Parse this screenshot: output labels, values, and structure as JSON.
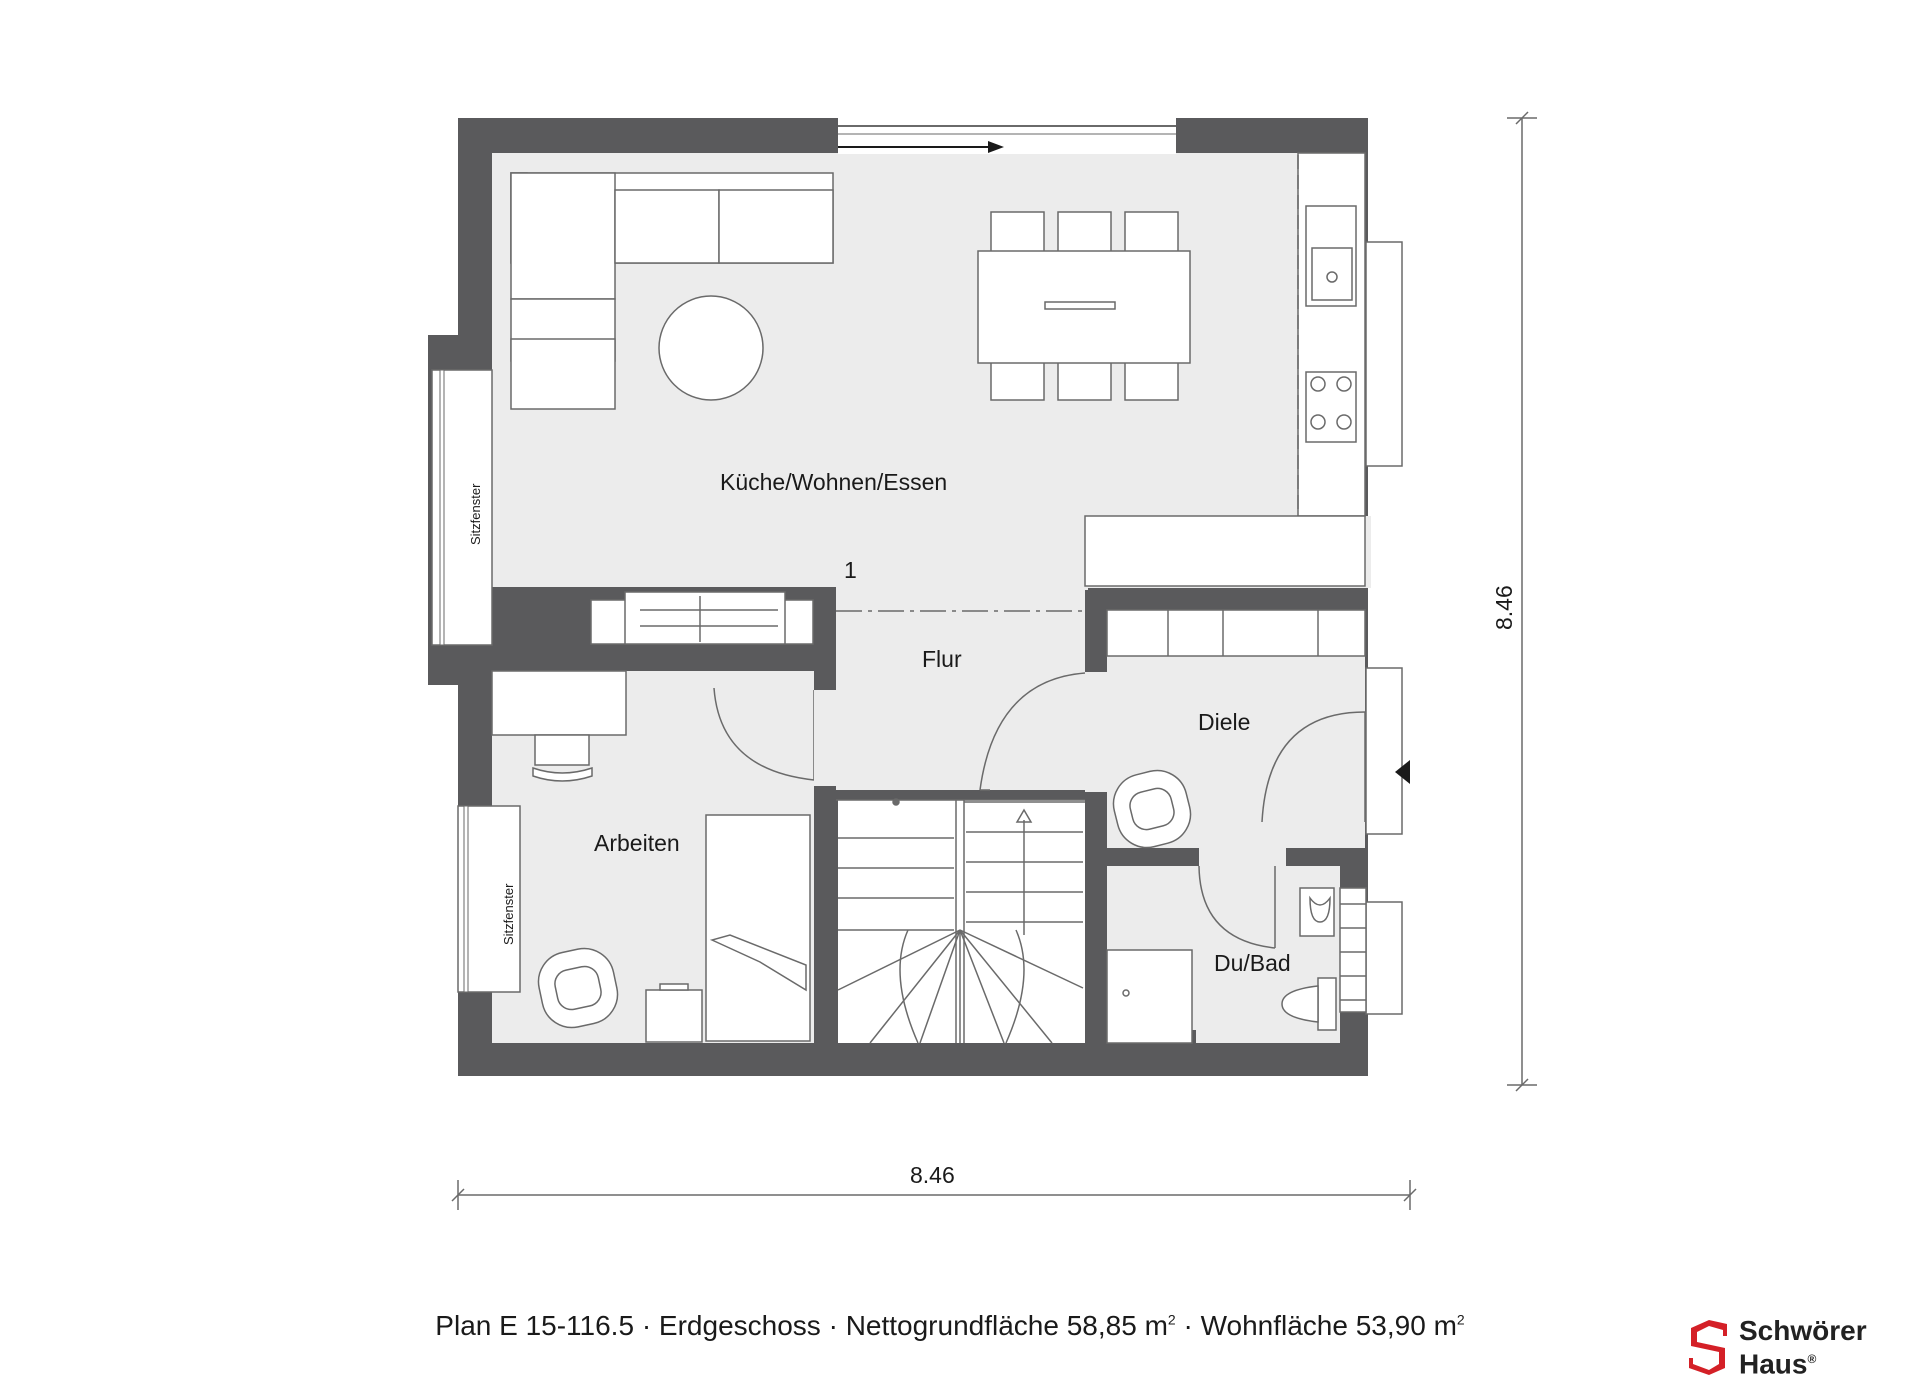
{
  "rooms": {
    "kitchen_living_dining": "Küche/Wohnen/Essen",
    "hallway": "Flur",
    "foyer": "Diele",
    "office": "Arbeiten",
    "bathroom": "Du/Bad"
  },
  "window_labels": {
    "seat_window_west": "Sitzfenster",
    "seat_window_office": "Sitzfenster"
  },
  "markers": {
    "section_number": "1"
  },
  "dimensions": {
    "width": "8.46",
    "height": "8.46"
  },
  "caption": {
    "plan": "Plan E 15-116.5",
    "separator": "·",
    "floor": "Erdgeschoss",
    "net_area_label": "Nettogrundfläche 58,85 m",
    "living_area_label": "Wohnfläche 53,90 m",
    "unit_exponent": "2"
  },
  "brand": {
    "line1": "Schwörer",
    "line2": "Haus",
    "registered": "®",
    "color": "#d42027"
  },
  "colors": {
    "wall": "#5a5a5c",
    "floor": "#ececec",
    "furniture": "#ffffff",
    "line": "#6a6a6a"
  }
}
